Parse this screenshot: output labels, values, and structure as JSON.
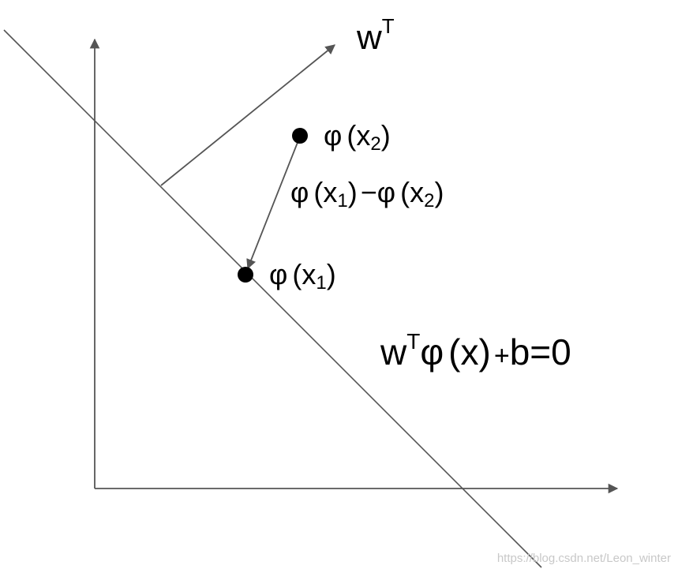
{
  "diagram": {
    "colors": {
      "line": "#555555",
      "text": "#000000",
      "point": "#000000",
      "watermark": "#c8c8c8"
    },
    "w_vector_label": {
      "base": "w",
      "sup": "T"
    },
    "points": {
      "x2": {
        "phi": "φ",
        "open": "(",
        "var": "x",
        "sub": "2",
        "close": ")"
      },
      "x1": {
        "phi": "φ",
        "open": "(",
        "var": "x",
        "sub": "1",
        "close": ")"
      }
    },
    "difference_label": {
      "phi_a": "φ",
      "open_a": "(",
      "var_a": "x",
      "sub_a": "1",
      "close_a": ")",
      "minus": "−",
      "phi_b": "φ",
      "open_b": "(",
      "var_b": "x",
      "sub_b": "2",
      "close_b": ")"
    },
    "hyperplane_equation": {
      "w": "w",
      "sup": "T",
      "phi": "φ",
      "open": "(",
      "var": "x",
      "close": ")",
      "plus": "+",
      "rest": "b=0"
    },
    "watermark": "https://blog.csdn.net/Leon_winter"
  }
}
